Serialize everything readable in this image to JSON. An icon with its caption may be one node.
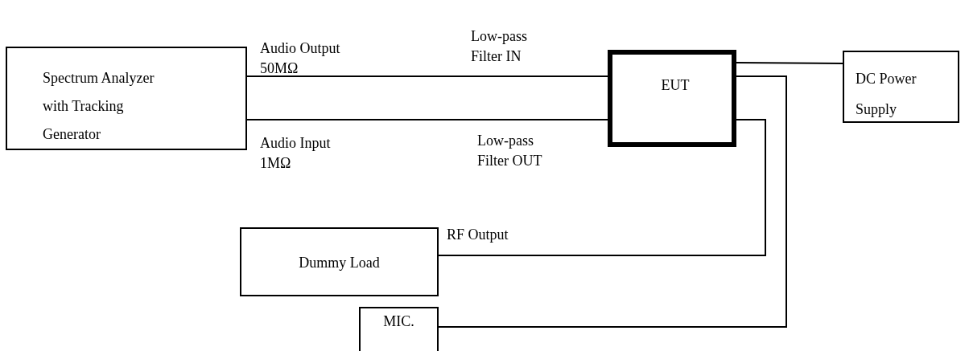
{
  "diagram": {
    "nodes": [
      {
        "text": [
          "Spectrum Analyzer with Tracking Generator"
        ]
      },
      {
        "text": [
          "EUT"
        ]
      },
      {
        "text": [
          "DC Power Supply"
        ]
      },
      {
        "text": [
          "Dummy Load"
        ]
      },
      {
        "text": [
          "MIC."
        ]
      }
    ],
    "edges": [
      {
        "from": 0,
        "to": 1,
        "arrow": "none"
      },
      {
        "from": 0,
        "to": 1,
        "arrow": "none"
      },
      {
        "from": 1,
        "to": 2,
        "arrow": "none"
      },
      {
        "from": 1,
        "to": 3,
        "arrow": "none"
      },
      {
        "from": 1,
        "to": 4,
        "arrow": "none"
      }
    ],
    "labels": [
      "Low-pass Filter IN",
      "Audio Output 50MΩ",
      "Audio Input 1MΩ",
      "Low-pass Filter OUT",
      "RF Output"
    ]
  }
}
